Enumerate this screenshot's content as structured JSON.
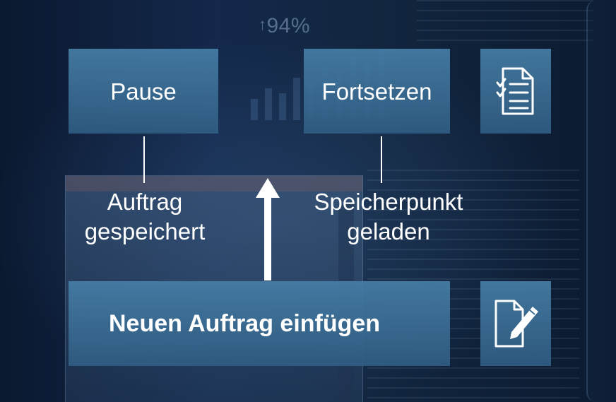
{
  "background": {
    "stat_text": "94%",
    "stat_arrow_icon": "arrow-up-icon"
  },
  "boxes": {
    "pause": {
      "label": "Pause"
    },
    "resume": {
      "label": "Fortsetzen"
    },
    "insert": {
      "label": "Neuen Auftrag einfügen"
    }
  },
  "captions": {
    "left": {
      "line1": "Auftrag",
      "line2": "gespeichert"
    },
    "right": {
      "line1": "Speicherpunkt",
      "line2": "geladen"
    }
  },
  "icons": {
    "top_tile": "checklist-document-icon",
    "bottom_tile": "edit-document-icon",
    "flow_arrow": "arrow-up-icon"
  },
  "colors": {
    "box_fill_top": "#467da5",
    "box_fill_bottom": "#305c82",
    "background": "#0d1c33",
    "text": "#ffffff"
  }
}
